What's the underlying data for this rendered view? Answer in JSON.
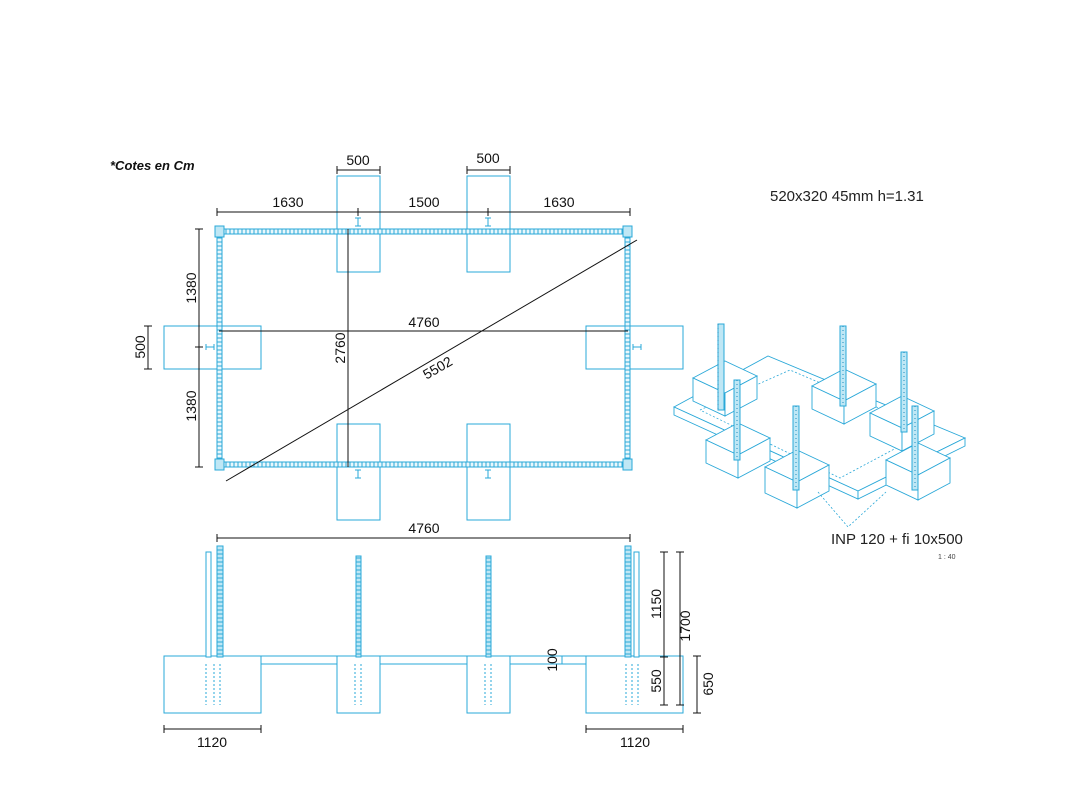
{
  "note": "*Cotes en Cm",
  "plan": {
    "dim_top_a": "500",
    "dim_top_b": "500",
    "dim_1630_left": "1630",
    "dim_1500": "1500",
    "dim_1630_right": "1630",
    "dim_1380_top": "1380",
    "dim_1380_bottom": "1380",
    "dim_500_left": "500",
    "dim_4760": "4760",
    "dim_2760": "2760",
    "dim_5502": "5502"
  },
  "elevation": {
    "dim_4760": "4760",
    "dim_1150": "1150",
    "dim_1700": "1700",
    "dim_100": "100",
    "dim_550": "550",
    "dim_650": "650",
    "dim_1120_left": "1120",
    "dim_1120_right": "1120"
  },
  "isometric": {
    "spec": "520x320 45mm h=1.31",
    "label": "INP 120  + fi 10x500",
    "scale": "1 : 40"
  },
  "colors": {
    "structure": "#2aa8d8",
    "dimension": "#111111"
  }
}
